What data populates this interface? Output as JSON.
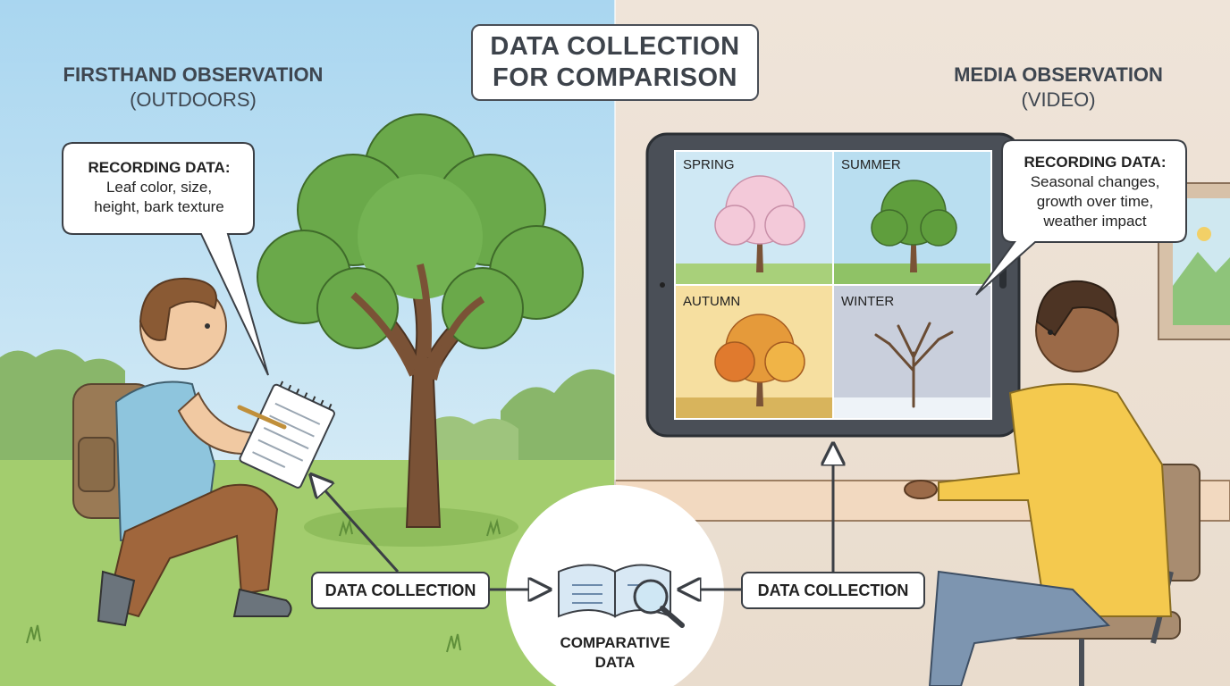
{
  "title": {
    "line1": "DATA COLLECTION",
    "line2": "FOR COMPARISON"
  },
  "left_panel": {
    "heading": "FIRSTHAND OBSERVATION",
    "subheading": "(OUTDOORS)",
    "bubble_title": "RECORDING DATA:",
    "bubble_lines": [
      "Leaf color, size,",
      "height, bark texture"
    ],
    "collection_label": "DATA COLLECTION"
  },
  "right_panel": {
    "heading": "MEDIA OBSERVATION",
    "subheading": "(VIDEO)",
    "bubble_title": "RECORDING DATA:",
    "bubble_lines": [
      "Seasonal changes,",
      "growth over time,",
      "weather impact"
    ],
    "collection_label": "DATA COLLECTION",
    "seasons": [
      "SPRING",
      "SUMMER",
      "AUTUMN",
      "WINTER"
    ]
  },
  "center": {
    "label_line1": "COMPARATIVE",
    "label_line2": "DATA"
  },
  "colors": {
    "sky": "#bfe0f3",
    "grass": "#9cc96b",
    "wall": "#efe3d6",
    "tree_green": "#5f9e3d",
    "trunk": "#7a5236",
    "outline": "#3b3f45"
  }
}
